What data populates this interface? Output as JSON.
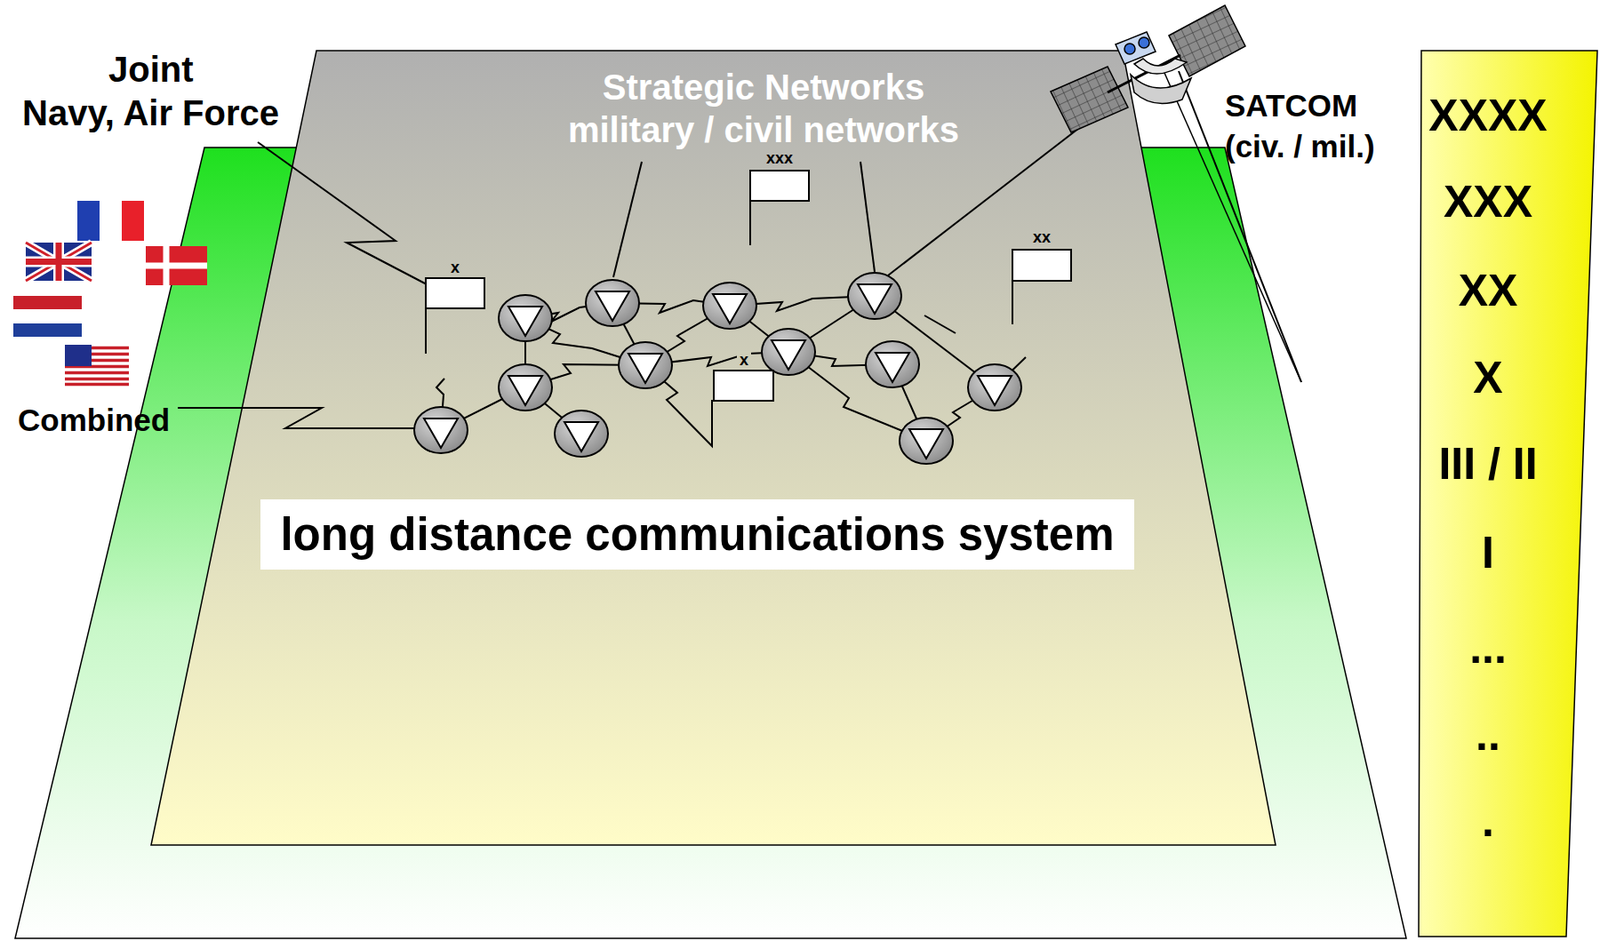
{
  "diagram": {
    "nodes": [
      {
        "text": [
          "XXXX",
          "XXX",
          "XX",
          "X",
          "III / II",
          "I",
          "...",
          "..",
          "."
        ]
      },
      {
        "text": [
          "long distance communications system"
        ]
      }
    ],
    "labels": [
      "Joint",
      "Navy, Air Force",
      "Combined",
      "Strategic Networks military / civil networks",
      "SATCOM (civ. / mil.)",
      "xxx",
      "xx",
      "x",
      "x"
    ]
  }
}
